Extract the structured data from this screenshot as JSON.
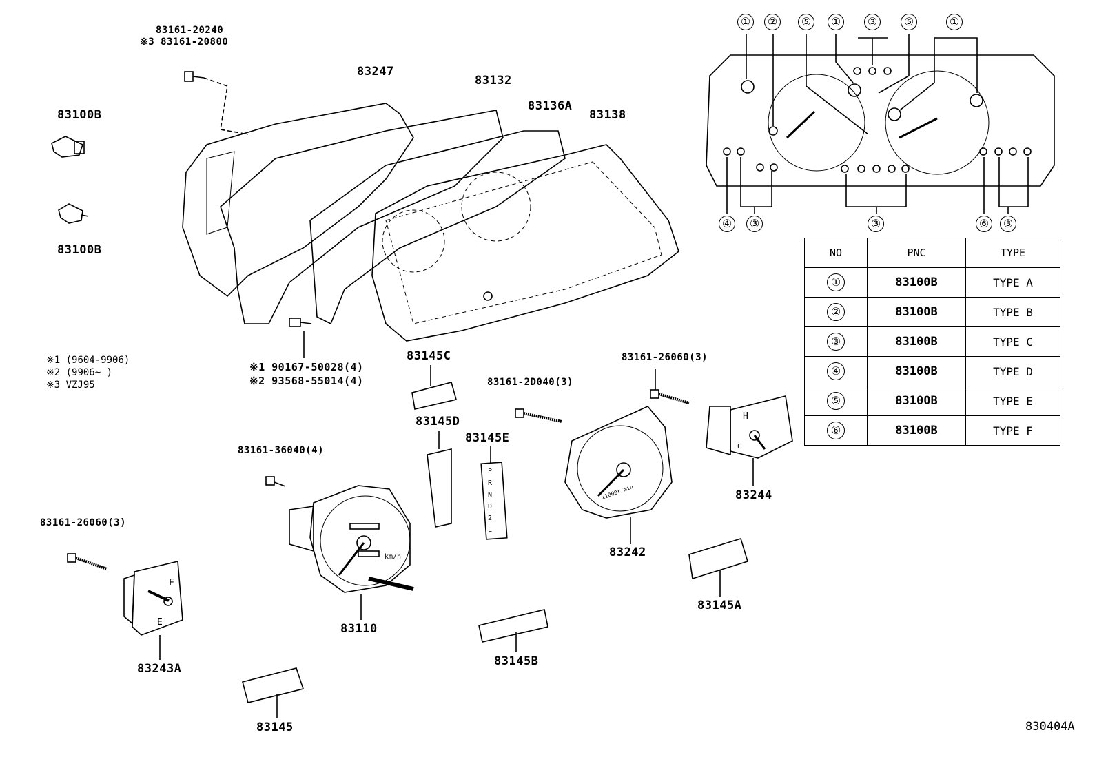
{
  "callouts": {
    "bolt_top": "83161-20240",
    "bolt_top_alt": "※3 83161-20800",
    "p83247": "83247",
    "p83132": "83132",
    "p83136A": "83136A",
    "p83138": "83138",
    "socket_1": "83100B",
    "socket_2": "83100B",
    "screw_alt1": "※1 90167-50028(4)",
    "screw_alt2": "※2 93568-55014(4)",
    "p83145C": "83145C",
    "screw_83244": "83161-26060(3)",
    "screw_83242": "83161-2D040(3)",
    "p83145D": "83145D",
    "p83145E": "83145E",
    "screw_83110": "83161-36040(4)",
    "p83244": "83244",
    "screw_83243A": "83161-26060(3)",
    "p83242": "83242",
    "p83145A": "83145A",
    "p83110": "83110",
    "p83145B": "83145B",
    "p83243A": "83243A",
    "p83145": "83145",
    "diagram_id": "830404A"
  },
  "notes": [
    "※1 (9604-9906)",
    "※2 (9906~      )",
    "※3 VZJ95"
  ],
  "gauge_text": {
    "tacho_unit": "x1000r/min",
    "speedo_unit": "km/h",
    "fuel_f": "F",
    "fuel_e": "E",
    "temp_h": "H",
    "temp_c": "C",
    "shift": [
      "P",
      "R",
      "N",
      "D",
      "2",
      "L"
    ]
  },
  "bulb_map": {
    "top": [
      "①",
      "②",
      "⑤",
      "①",
      "③",
      "⑤",
      "①"
    ],
    "bottom": [
      "④",
      "③",
      "③",
      "⑥",
      "③"
    ]
  },
  "type_table": {
    "headers": [
      "NO",
      "PNC",
      "TYPE"
    ],
    "rows": [
      {
        "no": "①",
        "pnc": "83100B",
        "type": "TYPE A"
      },
      {
        "no": "②",
        "pnc": "83100B",
        "type": "TYPE B"
      },
      {
        "no": "③",
        "pnc": "83100B",
        "type": "TYPE C"
      },
      {
        "no": "④",
        "pnc": "83100B",
        "type": "TYPE D"
      },
      {
        "no": "⑤",
        "pnc": "83100B",
        "type": "TYPE E"
      },
      {
        "no": "⑥",
        "pnc": "83100B",
        "type": "TYPE F"
      }
    ]
  }
}
